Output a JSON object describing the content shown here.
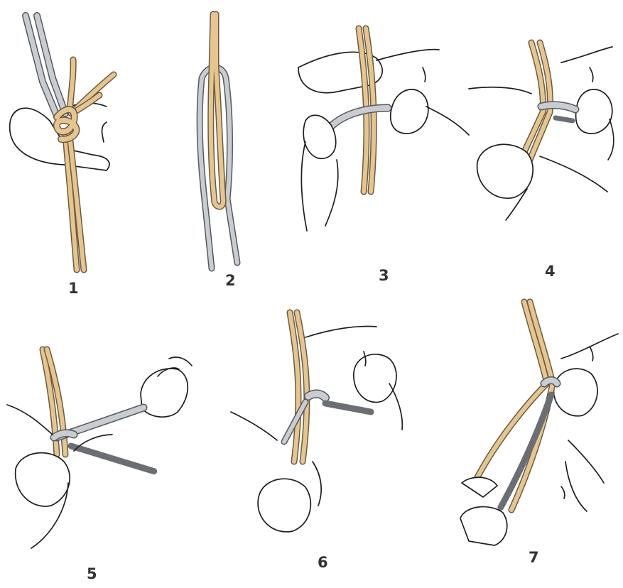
{
  "steps": [
    {
      "number": "1"
    },
    {
      "number": "2"
    },
    {
      "number": "3"
    },
    {
      "number": "4"
    },
    {
      "number": "5"
    },
    {
      "number": "6"
    },
    {
      "number": "7"
    }
  ],
  "colors": {
    "background": "#ffffff",
    "cord_tan": "#e6c68d",
    "cord_grey": "#c9ccd0",
    "cord_dark": "#6b6e72",
    "line_ink": "#1e1e1e"
  }
}
